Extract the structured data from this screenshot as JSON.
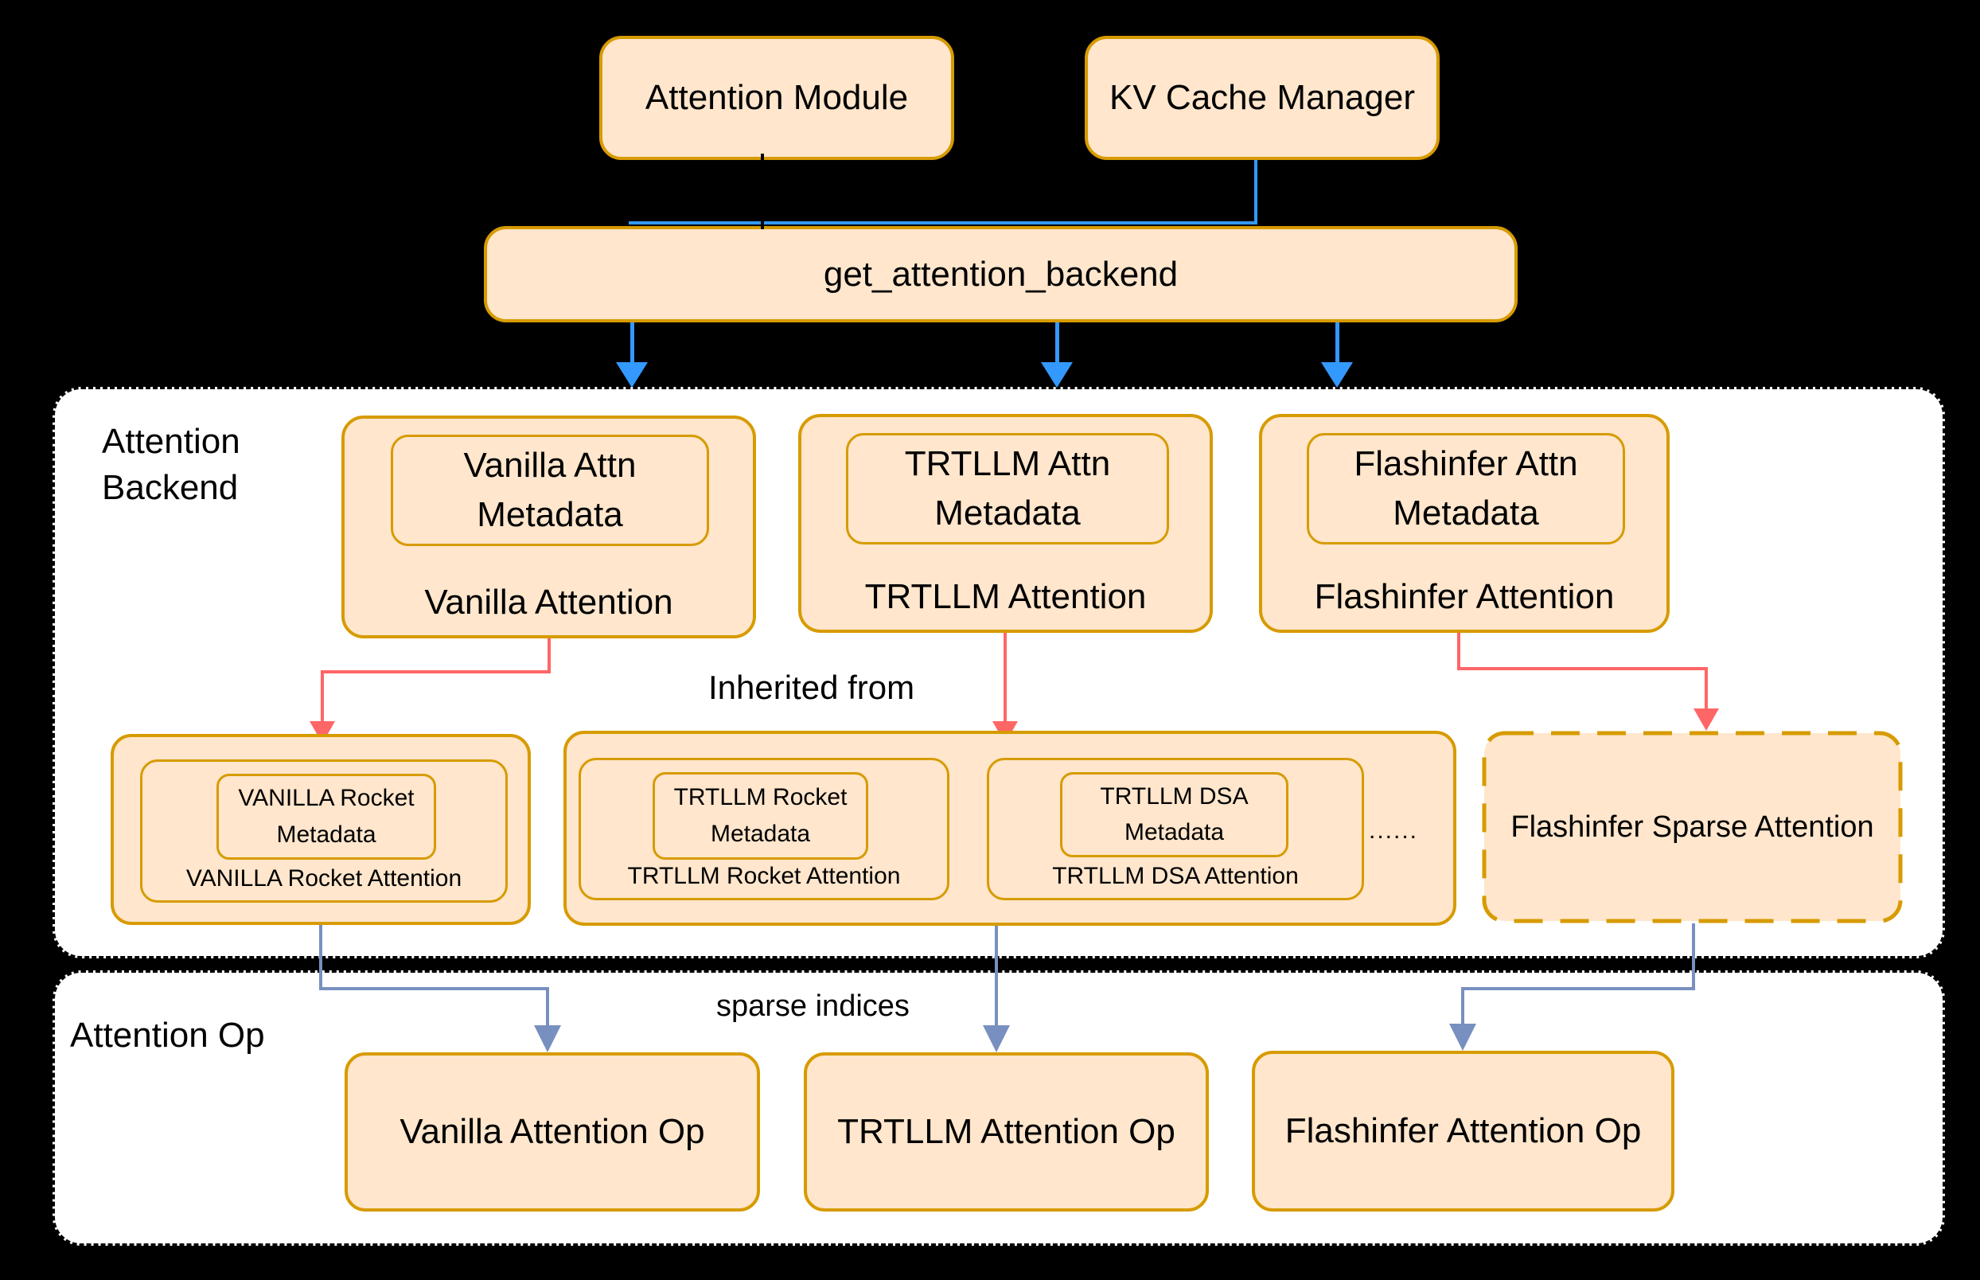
{
  "colors": {
    "background": "#000000",
    "node_fill": "#FFE6CC",
    "node_border": "#D79B00",
    "container_fill": "#FFFFFF",
    "container_border": "#000000",
    "flow_arrow_blue": "#3399FF",
    "inherit_arrow_red": "#FF6666",
    "op_arrow_steel": "#7890C0",
    "text": "#000000"
  },
  "top": {
    "attention_module": "Attention Module",
    "kv_cache_manager": "KV Cache Manager",
    "get_attention_backend": "get_attention_backend"
  },
  "backend_section": {
    "label_line1": "Attention",
    "label_line2": "Backend",
    "inherited_from": "Inherited from",
    "vanilla": {
      "meta_line1": "Vanilla Attn",
      "meta_line2": "Metadata",
      "label": "Vanilla Attention"
    },
    "trtllm": {
      "meta_line1": "TRTLLM Attn",
      "meta_line2": "Metadata",
      "label": "TRTLLM Attention"
    },
    "flashinfer": {
      "meta_line1": "Flashinfer Attn",
      "meta_line2": "Metadata",
      "label": "Flashinfer Attention"
    },
    "vanilla_rocket": {
      "meta_line1": "VANILLA Rocket",
      "meta_line2": "Metadata",
      "label": "VANILLA Rocket Attention"
    },
    "trtllm_rocket": {
      "meta_line1": "TRTLLM Rocket",
      "meta_line2": "Metadata",
      "label": "TRTLLM Rocket Attention"
    },
    "trtllm_dsa": {
      "meta_line1": "TRTLLM DSA",
      "meta_line2": "Metadata",
      "label": "TRTLLM DSA Attention"
    },
    "ellipsis": "......",
    "flashinfer_sparse": "Flashinfer Sparse Attention"
  },
  "op_section": {
    "label": "Attention Op",
    "sparse_indices": "sparse indices",
    "vanilla_op": "Vanilla Attention Op",
    "trtllm_op": "TRTLLM Attention Op",
    "flashinfer_op": "Flashinfer Attention Op"
  }
}
